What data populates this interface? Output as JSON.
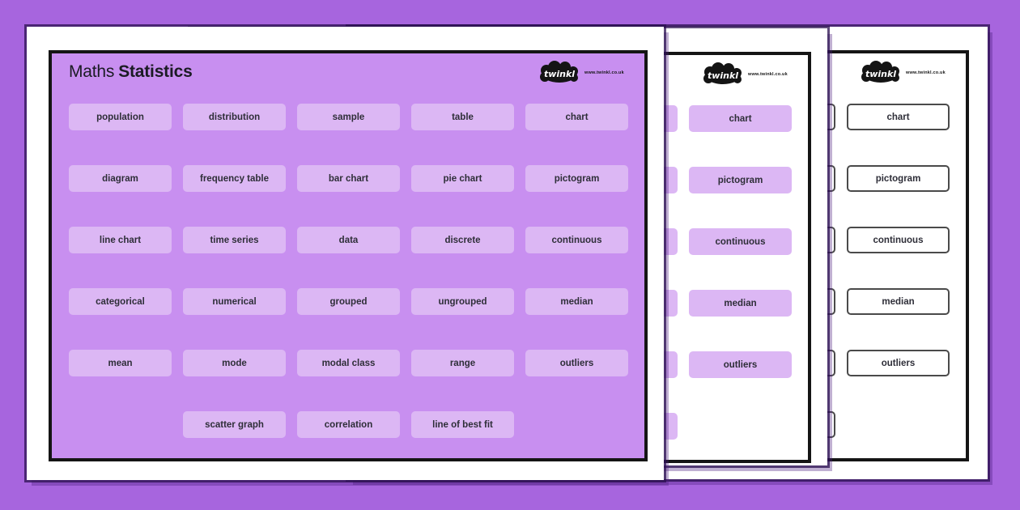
{
  "colors": {
    "backdrop": "#a765de",
    "sheet_white": "#ffffff",
    "frame_border": "#151515",
    "front_page_fill": "#c88ff0",
    "word_card_fill": "#dcb7f4",
    "word_card_text": "#2e2e38",
    "outline_card_border": "#4a4a4a"
  },
  "brand": {
    "logo_text": "twinkl",
    "logo_url": "www.twinkl.co.uk"
  },
  "front_page": {
    "title_regular": "Maths",
    "title_bold": "Statistics",
    "rows": [
      [
        "population",
        "distribution",
        "sample",
        "table",
        "chart"
      ],
      [
        "diagram",
        "frequency table",
        "bar chart",
        "pie chart",
        "pictogram"
      ],
      [
        "line chart",
        "time series",
        "data",
        "discrete",
        "continuous"
      ],
      [
        "categorical",
        "numerical",
        "grouped",
        "ungrouped",
        "median"
      ],
      [
        "mean",
        "mode",
        "modal class",
        "range",
        "outliers"
      ],
      [
        "scatter graph",
        "correlation",
        "line of best fit"
      ]
    ]
  },
  "middle_page": {
    "visible_words": [
      "chart",
      "pictogram",
      "continuous",
      "median",
      "outliers"
    ]
  },
  "back_page": {
    "visible_words": [
      "chart",
      "pictogram",
      "continuous",
      "median",
      "outliers"
    ]
  }
}
